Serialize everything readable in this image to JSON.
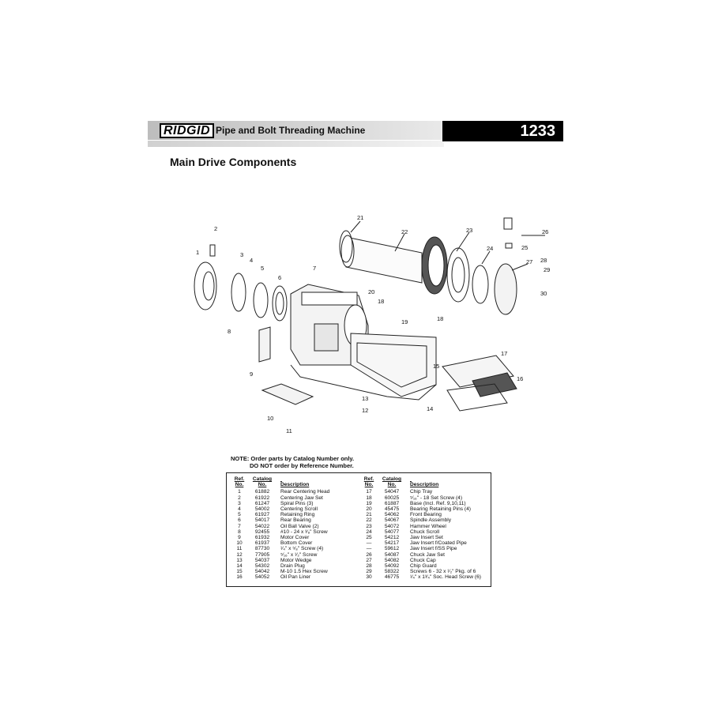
{
  "header": {
    "brand": "RIDGID",
    "title": "Pipe and Bolt Threading Machine",
    "model": "1233"
  },
  "subtitle": "Main Drive Components",
  "diagram_labels": [
    "1",
    "2",
    "3",
    "4",
    "5",
    "6",
    "7",
    "8",
    "9",
    "10",
    "11",
    "12",
    "13",
    "14",
    "15",
    "16",
    "17",
    "18",
    "18",
    "19",
    "20",
    "21",
    "22",
    "23",
    "24",
    "25",
    "26",
    "27",
    "28",
    "29",
    "30"
  ],
  "note": {
    "line1": "NOTE: Order parts by Catalog Number only.",
    "line2": "DO NOT order by Reference Number."
  },
  "table": {
    "headers": {
      "ref_top": "Ref.",
      "ref_bottom": "No.",
      "cat_top": "Catalog",
      "cat_bottom": "No.",
      "desc": "Description"
    },
    "left_rows": [
      {
        "ref": "1",
        "cat": "61882",
        "desc": "Rear Centering Head"
      },
      {
        "ref": "2",
        "cat": "61922",
        "desc": "Centering Jaw Set"
      },
      {
        "ref": "3",
        "cat": "61247",
        "desc": "Spiral Pins (3)"
      },
      {
        "ref": "4",
        "cat": "54002",
        "desc": "Centering Scroll"
      },
      {
        "ref": "5",
        "cat": "61927",
        "desc": "Retaining Ring"
      },
      {
        "ref": "6",
        "cat": "54017",
        "desc": "Rear Bearing"
      },
      {
        "ref": "7",
        "cat": "54022",
        "desc": "Oil Ball Valve (2)"
      },
      {
        "ref": "8",
        "cat": "92455",
        "desc": "#10 - 24 x ³⁄₈\" Screw"
      },
      {
        "ref": "9",
        "cat": "61932",
        "desc": "Motor Cover"
      },
      {
        "ref": "10",
        "cat": "61937",
        "desc": "Bottom Cover"
      },
      {
        "ref": "11",
        "cat": "87730",
        "desc": "¹⁄₄\" x ⁵⁄₈\" Screw (4)"
      },
      {
        "ref": "12",
        "cat": "77905",
        "desc": "⁵⁄₁₆\" x ¹⁄₂\" Screw"
      },
      {
        "ref": "13",
        "cat": "54037",
        "desc": "Motor Wedge"
      },
      {
        "ref": "14",
        "cat": "54302",
        "desc": "Drain Plug"
      },
      {
        "ref": "15",
        "cat": "54042",
        "desc": "M-10 1.5 Hex Screw"
      },
      {
        "ref": "16",
        "cat": "54052",
        "desc": "Oil Pan Liner"
      }
    ],
    "right_rows": [
      {
        "ref": "17",
        "cat": "54047",
        "desc": "Chip Tray"
      },
      {
        "ref": "18",
        "cat": "60025",
        "desc": "⁵⁄₁₆\" - 18 Set Screw (4)"
      },
      {
        "ref": "19",
        "cat": "61887",
        "desc": "Base (Incl. Ref. 9,10,11)"
      },
      {
        "ref": "20",
        "cat": "45475",
        "desc": "Bearing Retaining Pins (4)"
      },
      {
        "ref": "21",
        "cat": "54062",
        "desc": "Front Bearing"
      },
      {
        "ref": "22",
        "cat": "54067",
        "desc": "Spindle Assembly"
      },
      {
        "ref": "23",
        "cat": "54072",
        "desc": "Hammer Wheel"
      },
      {
        "ref": "24",
        "cat": "54077",
        "desc": "Chuck Scroll"
      },
      {
        "ref": "25",
        "cat": "54212",
        "desc": "Jaw Insert Set"
      },
      {
        "ref": "—",
        "cat": "54217",
        "desc": "Jaw Insert f/Coated Pipe"
      },
      {
        "ref": "—",
        "cat": "59612",
        "desc": "Jaw Insert f/SS Pipe"
      },
      {
        "ref": "26",
        "cat": "54087",
        "desc": "Chuck Jaw Set"
      },
      {
        "ref": "27",
        "cat": "54082",
        "desc": "Chuck Cap"
      },
      {
        "ref": "28",
        "cat": "54092",
        "desc": "Chip Guard"
      },
      {
        "ref": "29",
        "cat": "58322",
        "desc": "Screws 6 - 32 x ¹⁄₂\" Pkg. of 6"
      },
      {
        "ref": "30",
        "cat": "46775",
        "desc": "¹⁄₄\" x 1³⁄₄\" Soc. Head Screw (6)"
      }
    ]
  }
}
